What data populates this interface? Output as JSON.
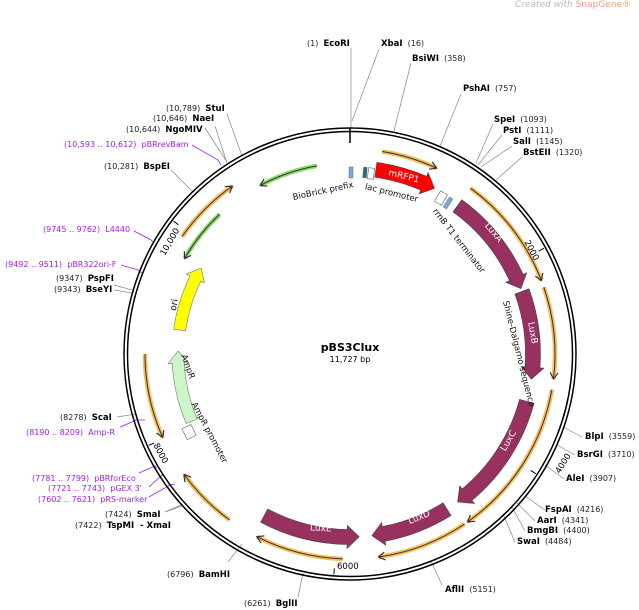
{
  "header": {
    "credit_prefix": "Created with ",
    "credit_brand": "SnapGene®"
  },
  "plasmid": {
    "name": "pBS3Clux",
    "size_label": "11,727 bp",
    "length_bp": 11727
  },
  "ticks": [
    "2000",
    "4000",
    "6000",
    "8000",
    "10,000"
  ],
  "features": [
    {
      "name": "mRFP1",
      "start": 260,
      "end": 880,
      "dir": 1,
      "type": "gene",
      "color": "#ff0000"
    },
    {
      "name": "LuxA",
      "start": 1170,
      "end": 2250,
      "dir": 1,
      "type": "gene",
      "color": "#983060"
    },
    {
      "name": "LuxB",
      "start": 2280,
      "end": 3190,
      "dir": 1,
      "type": "gene",
      "color": "#983060"
    },
    {
      "name": "LuxC",
      "start": 3420,
      "end": 4690,
      "dir": 1,
      "type": "gene",
      "color": "#983060"
    },
    {
      "name": "LuxD",
      "start": 4820,
      "end": 5640,
      "dir": 1,
      "type": "gene",
      "color": "#983060"
    },
    {
      "name": "LuxE",
      "start": 5770,
      "end": 6775,
      "dir": -1,
      "type": "gene",
      "color": "#983060"
    },
    {
      "name": "AmpR",
      "start": 8046,
      "end": 8828,
      "dir": 1,
      "type": "gene",
      "color": "#ccf5c8"
    },
    {
      "name": "ori",
      "start": 9056,
      "end": 9773,
      "dir": 1,
      "type": "gene",
      "color": "#ffff00"
    }
  ],
  "feature_labels": {
    "biobrick": "BioBrick prefix",
    "lac": "lac promoter",
    "rrnb": "rrnB T1 terminator",
    "sd": "Shine-Dalgarno sequence",
    "ampr_promoter": "AmpR promoter",
    "ampr": "AmpR"
  },
  "orfs": [
    {
      "start": 293,
      "end": 814,
      "dir": 1
    },
    {
      "start": 1173,
      "end": 2248,
      "dir": 1
    },
    {
      "start": 2313,
      "end": 3160,
      "dir": 1
    },
    {
      "start": 3258,
      "end": 4723,
      "dir": 1
    },
    {
      "start": 4756,
      "end": 5603,
      "dir": 1
    },
    {
      "start": 5929,
      "end": 6743,
      "dir": 1
    },
    {
      "start": 7036,
      "end": 7623,
      "dir": 1
    },
    {
      "start": 8013,
      "end": 8795,
      "dir": -1
    },
    {
      "start": 9935,
      "end": 10587,
      "dir": 1
    }
  ],
  "orfs_rev": [
    {
      "start": 9773,
      "end": 10326,
      "dir": -1
    },
    {
      "start": 10815,
      "end": 11401,
      "dir": -1
    }
  ],
  "colors": {
    "orf": "#f5a623",
    "orf_rev": "#66cc33",
    "backbone": "#000000",
    "primer": "#a020f0"
  },
  "sites": {
    "ecori": {
      "name": "EcoRI",
      "pos": "(1)"
    },
    "xbai": {
      "name": "XbaI",
      "pos": "(16)"
    },
    "bsiwi": {
      "name": "BsiWI",
      "pos": "(358)"
    },
    "pshai": {
      "name": "PshAI",
      "pos": "(757)"
    },
    "spei": {
      "name": "SpeI",
      "pos": "(1093)"
    },
    "psti": {
      "name": "PstI",
      "pos": "(1111)"
    },
    "sali": {
      "name": "SalI",
      "pos": "(1145)"
    },
    "bsteii": {
      "name": "BstEII",
      "pos": "(1320)"
    },
    "blpi": {
      "name": "BlpI",
      "pos": "(3559)"
    },
    "bsrgi": {
      "name": "BsrGI",
      "pos": "(3710)"
    },
    "alei": {
      "name": "AleI",
      "pos": "(3907)"
    },
    "fspai": {
      "name": "FspAI",
      "pos": "(4216)"
    },
    "aari": {
      "name": "AarI",
      "pos": "(4341)"
    },
    "bmgbi": {
      "name": "BmgBI",
      "pos": "(4400)"
    },
    "swai": {
      "name": "SwaI",
      "pos": "(4484)"
    },
    "aflii": {
      "name": "AflII",
      "pos": "(5151)"
    },
    "bglii": {
      "name": "BglII",
      "pos": "(6261)"
    },
    "bamhi": {
      "name": "BamHI",
      "pos": "(6796)"
    },
    "smai": {
      "name": "SmaI",
      "pos": "(7424)"
    },
    "tspmi": {
      "name": "TspMI  - XmaI",
      "pos": "(7422)"
    },
    "scai": {
      "name": "ScaI",
      "pos": "(8278)"
    },
    "pspfi": {
      "name": "PspFI",
      "pos": "(9347)"
    },
    "bseyi": {
      "name": "BseYI",
      "pos": "(9343)"
    },
    "bspei": {
      "name": "BspEI",
      "pos": "(10,281)"
    },
    "ngomiv": {
      "name": "NgoMIV",
      "pos": "(10,644)"
    },
    "naei": {
      "name": "NaeI",
      "pos": "(10,646)"
    },
    "stui": {
      "name": "StuI",
      "pos": "(10,789)"
    }
  },
  "primers": {
    "prs": {
      "name": "pRS-marker",
      "pos": "(7602 .. 7621)"
    },
    "pgex": {
      "name": "pGEX 3'",
      "pos": "(7721 .. 7743)"
    },
    "pbrforeco": {
      "name": "pBRforEco",
      "pos": "(7781 .. 7799)"
    },
    "ampr": {
      "name": "Amp-R",
      "pos": "(8190 .. 8209)"
    },
    "pbr322ori": {
      "name": "pBR322ori-F",
      "pos": "(9492 .. 9511)"
    },
    "l4440": {
      "name": "L4440",
      "pos": "(9745 .. 9762)"
    },
    "pbrrevbam": {
      "name": "pBRrevBam",
      "pos": "(10,593 .. 10,612)"
    }
  }
}
